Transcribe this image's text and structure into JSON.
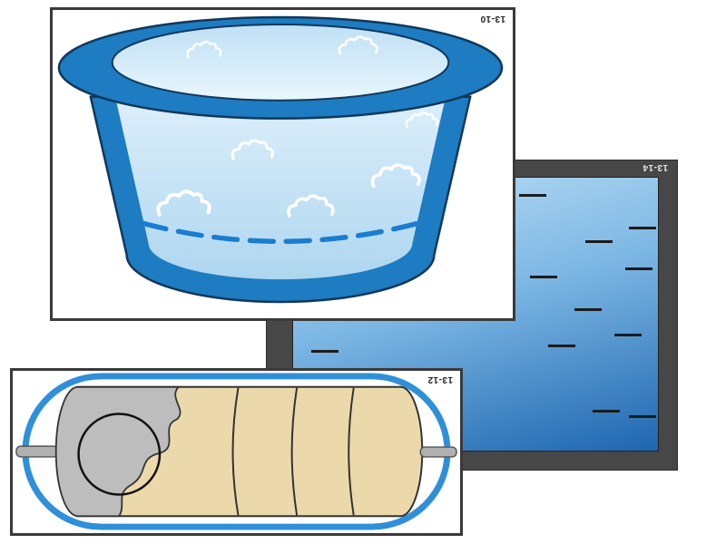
{
  "panels": {
    "tub": {
      "label": "13-10"
    },
    "water": {
      "label": "13-14",
      "dashes": [
        [
          62,
          6
        ],
        [
          92,
          18
        ],
        [
          80,
          23
        ],
        [
          65,
          36
        ],
        [
          91,
          33
        ],
        [
          77,
          48
        ],
        [
          5,
          63
        ],
        [
          70,
          61
        ],
        [
          88,
          57
        ],
        [
          82,
          85
        ],
        [
          92,
          87
        ]
      ]
    },
    "roller": {
      "label": "13-12"
    }
  },
  "colors": {
    "tub_blue": "#1d7cc2",
    "tub_outline": "#10385a",
    "water_top": "#bfe0f5",
    "water_bottom": "#1e66b0",
    "frame_dark": "#474747",
    "capsule_blue": "#2f8fd9",
    "roller_tan": "#ecd9ab",
    "roller_gray": "#bdbdbd",
    "panel_border": "#3a3a3a"
  }
}
